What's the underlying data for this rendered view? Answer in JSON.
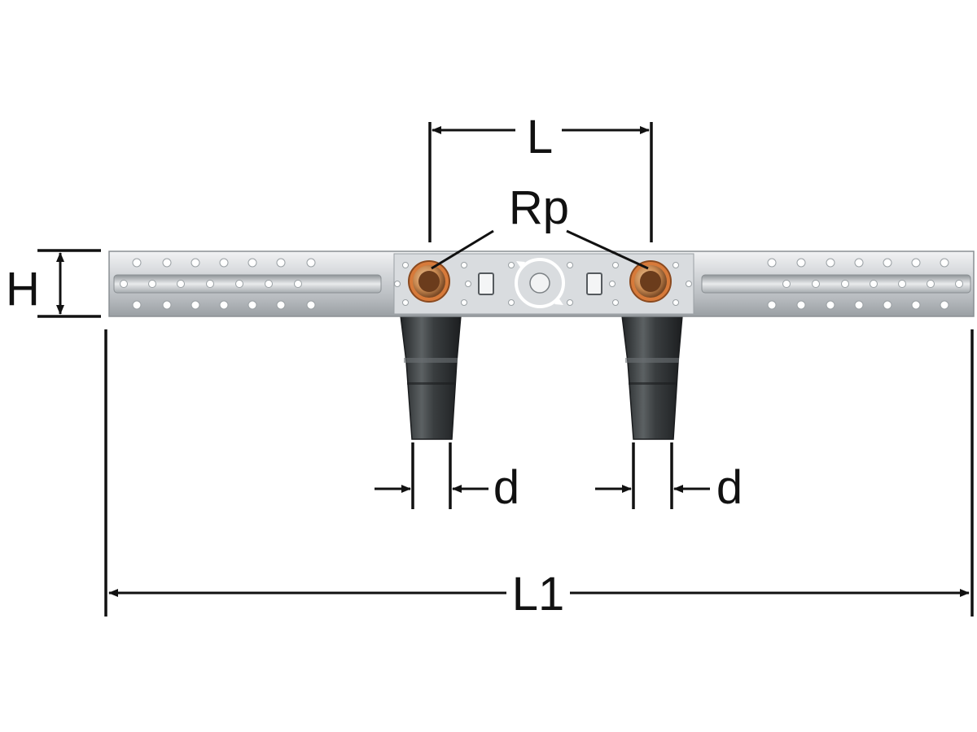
{
  "labels": {
    "L": "L",
    "Rp": "Rp",
    "H": "H",
    "d_left": "d",
    "d_right": "d",
    "L1": "L1"
  },
  "colors": {
    "rail_light": "#e4e6e8",
    "rail_mid": "#c2c6ca",
    "rail_dark": "#8d9296",
    "brass": "#c98a52",
    "brass_dark": "#7a4a26",
    "pipe_dark": "#2e3133",
    "pipe_light": "#6d7274",
    "line": "#111111"
  },
  "components": {
    "rail": "perforated-mounting-rail",
    "fittings": [
      "threaded-socket-left",
      "threaded-socket-right"
    ],
    "pipes": [
      "pipe-stub-left",
      "pipe-stub-right"
    ],
    "center_mark": "rotation-arrow-icon"
  }
}
